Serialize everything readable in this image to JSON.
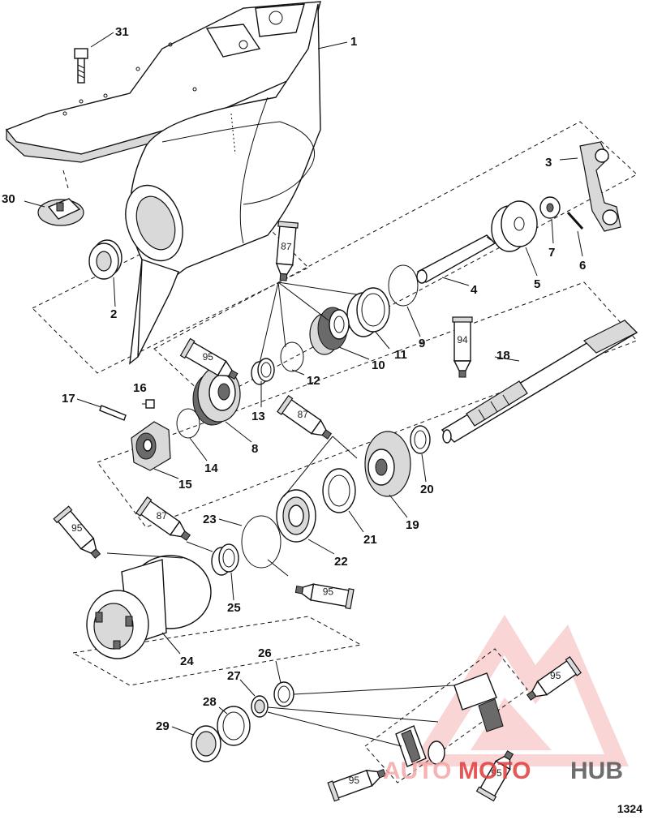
{
  "callouts": [
    {
      "label": "1"
    },
    {
      "label": "2"
    },
    {
      "label": "3"
    },
    {
      "label": "4"
    },
    {
      "label": "5"
    },
    {
      "label": "6"
    },
    {
      "label": "7"
    },
    {
      "label": "8"
    },
    {
      "label": "9"
    },
    {
      "label": "10"
    },
    {
      "label": "11"
    },
    {
      "label": "12"
    },
    {
      "label": "13"
    },
    {
      "label": "14"
    },
    {
      "label": "15"
    },
    {
      "label": "16"
    },
    {
      "label": "17"
    },
    {
      "label": "18"
    },
    {
      "label": "19"
    },
    {
      "label": "20"
    },
    {
      "label": "21"
    },
    {
      "label": "22"
    },
    {
      "label": "23"
    },
    {
      "label": "24"
    },
    {
      "label": "25"
    },
    {
      "label": "26"
    },
    {
      "label": "27"
    },
    {
      "label": "28"
    },
    {
      "label": "29"
    },
    {
      "label": "30"
    },
    {
      "label": "31"
    }
  ],
  "sealant_tubes": [
    {
      "label": "87"
    },
    {
      "label": "95"
    },
    {
      "label": "94"
    },
    {
      "label": "87"
    },
    {
      "label": "95"
    },
    {
      "label": "87"
    },
    {
      "label": "95"
    },
    {
      "label": "95"
    },
    {
      "label": "95"
    },
    {
      "label": "95"
    }
  ],
  "diagram_number": "1324",
  "watermark": {
    "part1": "AUTO",
    "part2": "MOTO",
    "part3": "HUB",
    "color_light": "#f4a6a6",
    "color_red": "#e23b3b",
    "color_dark": "#555555"
  }
}
